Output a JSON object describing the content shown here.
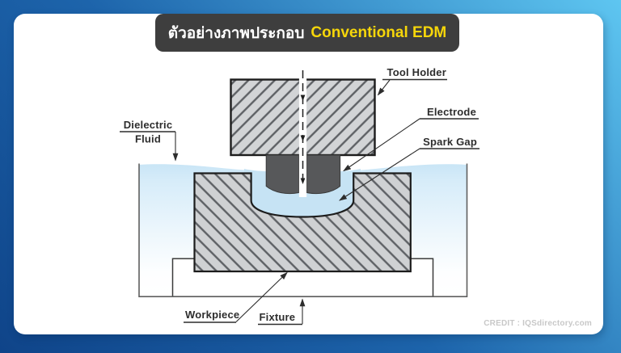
{
  "header": {
    "title_prefix": "ตัวอย่างภาพประกอบ",
    "title_highlight": "Conventional EDM"
  },
  "diagram": {
    "labels": {
      "tool_holder": "Tool Holder",
      "electrode": "Electrode",
      "spark_gap": "Spark Gap",
      "dielectric_line1": "Dielectric",
      "dielectric_line2": "Fluid",
      "workpiece": "Workpiece",
      "fixture": "Fixture"
    }
  },
  "footer": {
    "credit": "CREDIT : IQSdirectory.com"
  },
  "colors": {
    "frame_gradient_start": "#0f4489",
    "frame_gradient_end": "#5ec6f1",
    "banner_bg": "#3e3e3e",
    "banner_text": "#ffffff",
    "banner_highlight": "#f6d60a",
    "dielectric_fluid": "#c9e5f6",
    "spark_gap_fluid": "#c6e3f4",
    "metal_fill": "#d2d4d6",
    "hatch_line": "#5e6165",
    "electrode_fill": "#57585a",
    "outline": "#1c1c1c",
    "credit_text": "#c8c8c8"
  }
}
